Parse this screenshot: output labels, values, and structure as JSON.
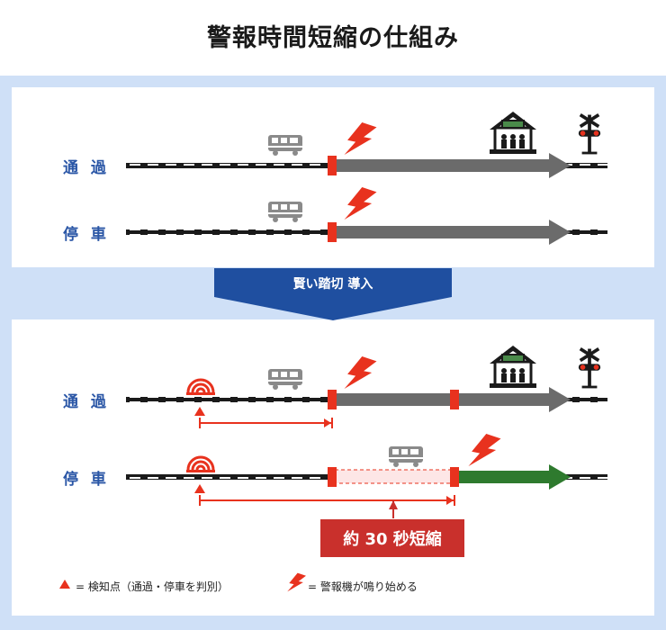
{
  "title": "警報時間短縮の仕組み",
  "top_panel": {
    "row1_label": "通 過",
    "row2_label": "停 車"
  },
  "banner": "賢い踏切 導入",
  "bottom_panel": {
    "row1_label": "通 過",
    "row2_label": "停 車",
    "callout": "約 30 秒短縮"
  },
  "legend": {
    "detection": "= 検知点（通過・停車を判別）",
    "alarm": "= 警報機が鳴り始める"
  },
  "colors": {
    "label_blue": "#2a56a6",
    "red": "#c9302c",
    "arrow_gray": "#6b6b6b",
    "arrow_green": "#2e7a2e",
    "banner_blue": "#1f4fa0",
    "background_blue": "#cfe0f7"
  }
}
